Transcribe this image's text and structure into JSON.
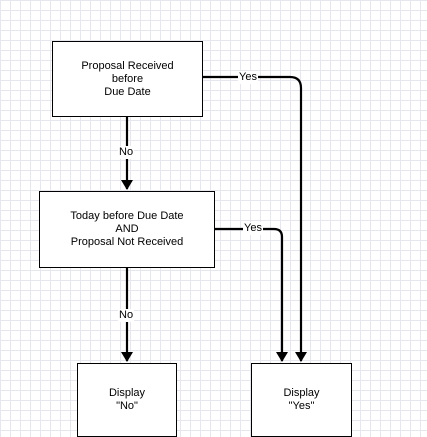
{
  "nodes": {
    "proposal_received": [
      "Proposal Received",
      "before",
      "Due Date"
    ],
    "today_before_due": [
      "Today before Due Date",
      "AND",
      "Proposal Not Received"
    ],
    "display_no": [
      "Display",
      "\"No\""
    ],
    "display_yes": [
      "Display",
      "\"Yes\""
    ]
  },
  "edges": {
    "received_to_today": "No",
    "received_to_yes": "Yes",
    "today_to_yes": "Yes",
    "today_to_no": "No"
  },
  "colors": {
    "line": "#000000",
    "grid": "#e6e6ee",
    "box_fill": "#ffffff"
  }
}
